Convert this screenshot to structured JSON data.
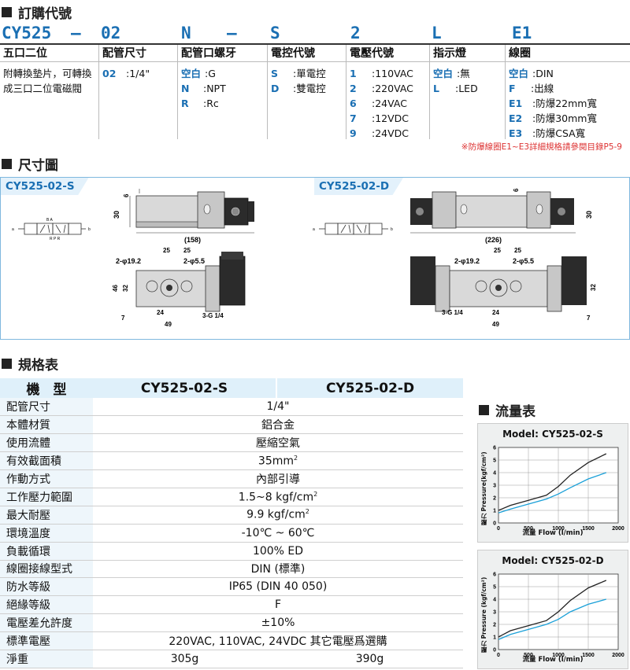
{
  "ordering": {
    "section_title": "訂購代號",
    "code_parts": [
      "CY525",
      "—",
      "02",
      "N",
      "—",
      "S",
      "2",
      "L",
      "E1"
    ],
    "columns": [
      {
        "header": "五口二位",
        "items": [
          {
            "key": "",
            "value": "附轉換墊片，可轉換成三口二位電磁閥"
          }
        ]
      },
      {
        "header": "配管尺寸",
        "items": [
          {
            "key": "02",
            "value": ":1/4\""
          }
        ]
      },
      {
        "header": "配管口螺牙",
        "items": [
          {
            "key": "空白",
            "value": ":G"
          },
          {
            "key": "N",
            "value": ":NPT"
          },
          {
            "key": "R",
            "value": ":Rc"
          }
        ]
      },
      {
        "header": "電控代號",
        "items": [
          {
            "key": "S",
            "value": ":單電控"
          },
          {
            "key": "D",
            "value": ":雙電控"
          }
        ]
      },
      {
        "header": "電壓代號",
        "items": [
          {
            "key": "1",
            "value": ":110VAC"
          },
          {
            "key": "2",
            "value": ":220VAC"
          },
          {
            "key": "6",
            "value": ":24VAC"
          },
          {
            "key": "7",
            "value": ":12VDC"
          },
          {
            "key": "9",
            "value": ":24VDC"
          }
        ]
      },
      {
        "header": "指示燈",
        "items": [
          {
            "key": "空白",
            "value": ":無"
          },
          {
            "key": "L",
            "value": ":LED"
          }
        ]
      },
      {
        "header": "線圈",
        "items": [
          {
            "key": "空白",
            "value": ":DIN"
          },
          {
            "key": "F",
            "value": ":出線"
          },
          {
            "key": "E1",
            "value": ":防爆22mm寬"
          },
          {
            "key": "E2",
            "value": ":防爆30mm寬"
          },
          {
            "key": "E3",
            "value": ":防爆CSA寬"
          }
        ]
      }
    ],
    "note": "※防爆線圈E1~E3詳細規格請參閱目錄P5-9"
  },
  "dimensions": {
    "section_title": "尺寸圖",
    "left": {
      "model": "CY525-02-S",
      "length": "(158)",
      "height": "30",
      "offset": "6",
      "hole_label": "2-φ19.2",
      "mount_label": "2-φ5.5",
      "pitch_a": "25",
      "pitch_b": "25",
      "h1": "46",
      "h2": "32",
      "w1": "24",
      "w2": "49",
      "thread": "3-G 1/4",
      "base": "7"
    },
    "right": {
      "model": "CY525-02-D",
      "length": "(226)",
      "height": "30",
      "offset": "6",
      "hole_label": "2-φ19.2",
      "mount_label": "2-φ5.5",
      "pitch_a": "25",
      "pitch_b": "25",
      "h2": "32",
      "w1": "24",
      "w2": "49",
      "thread": "3-G 1/4",
      "base": "7"
    }
  },
  "spec": {
    "section_title": "規格表",
    "header": {
      "label": "機　型",
      "col1": "CY525-02-S",
      "col2": "CY525-02-D"
    },
    "rows": [
      {
        "label": "配管尺寸",
        "value": "1/4\""
      },
      {
        "label": "本體材質",
        "value": "鋁合金"
      },
      {
        "label": "使用流體",
        "value": "壓縮空氣"
      },
      {
        "label": "有效截面積",
        "value": "35mm",
        "sup": "2"
      },
      {
        "label": "作動方式",
        "value": "內部引導"
      },
      {
        "label": "工作壓力範圍",
        "value": "1.5~8 kgf/cm",
        "sup": "2"
      },
      {
        "label": "最大耐壓",
        "value": "9.9 kgf/cm",
        "sup": "2"
      },
      {
        "label": "環境溫度",
        "value": "-10℃ ~ 60℃"
      },
      {
        "label": "負載循環",
        "value": "100% ED"
      },
      {
        "label": "線圈接線型式",
        "value": "DIN (標準)"
      },
      {
        "label": "防水等級",
        "value": "IP65 (DIN 40 050)"
      },
      {
        "label": "絕緣等級",
        "value": "F"
      },
      {
        "label": "電壓差允許度",
        "value": "±10%"
      },
      {
        "label": "標準電壓",
        "value": "220VAC, 110VAC, 24VDC 其它電壓爲選購"
      }
    ],
    "weight": {
      "label": "淨重",
      "col1": "305g",
      "col2": "390g"
    }
  },
  "flow": {
    "section_title": "流量表",
    "chart_data": [
      {
        "type": "line",
        "title": "Model: CY525-02-S",
        "xlabel": "流量 Flow (l/min)",
        "ylabel": "壓力 Pressure(kgf/cm²)",
        "xlim": [
          0,
          2000
        ],
        "ylim": [
          0,
          6
        ],
        "xticks": [
          0,
          500,
          1000,
          1500,
          2000
        ],
        "yticks": [
          0,
          1,
          2,
          3,
          4,
          5,
          6
        ],
        "series": [
          {
            "color": "#222222",
            "x": [
              0,
              200,
              500,
              800,
              1000,
              1200,
              1500,
              1800
            ],
            "y": [
              1,
              1.4,
              1.8,
              2.2,
              2.9,
              3.8,
              4.8,
              5.5
            ]
          },
          {
            "color": "#1aa0d8",
            "x": [
              0,
              200,
              500,
              800,
              1000,
              1200,
              1500,
              1800
            ],
            "y": [
              0.8,
              1.1,
              1.5,
              1.9,
              2.3,
              2.8,
              3.5,
              4
            ]
          }
        ]
      },
      {
        "type": "line",
        "title": "Model: CY525-02-D",
        "xlabel": "流量 Flow (l/min)",
        "ylabel": "壓力 Pressure (kgf/cm²)",
        "xlim": [
          0,
          2000
        ],
        "ylim": [
          0,
          6
        ],
        "xticks": [
          0,
          500,
          1000,
          1500,
          2000
        ],
        "yticks": [
          0,
          1,
          2,
          3,
          4,
          5,
          6
        ],
        "series": [
          {
            "color": "#222222",
            "x": [
              0,
              200,
              500,
              800,
              1000,
              1200,
              1500,
              1800
            ],
            "y": [
              1,
              1.5,
              1.9,
              2.3,
              3,
              3.9,
              4.9,
              5.5
            ]
          },
          {
            "color": "#1aa0d8",
            "x": [
              0,
              200,
              500,
              800,
              1000,
              1200,
              1500,
              1800
            ],
            "y": [
              0.8,
              1.2,
              1.6,
              2,
              2.4,
              3,
              3.6,
              4
            ]
          }
        ]
      }
    ]
  }
}
